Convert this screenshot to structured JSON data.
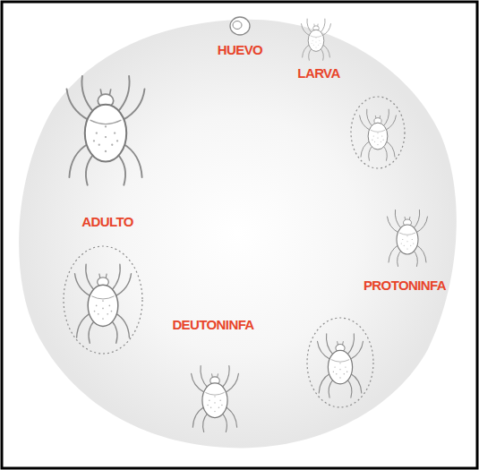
{
  "diagram": {
    "labels": [
      "HUEVO",
      "LARVA",
      "PROTONINFA",
      "DEUTONINFA",
      "ADULTO"
    ]
  }
}
